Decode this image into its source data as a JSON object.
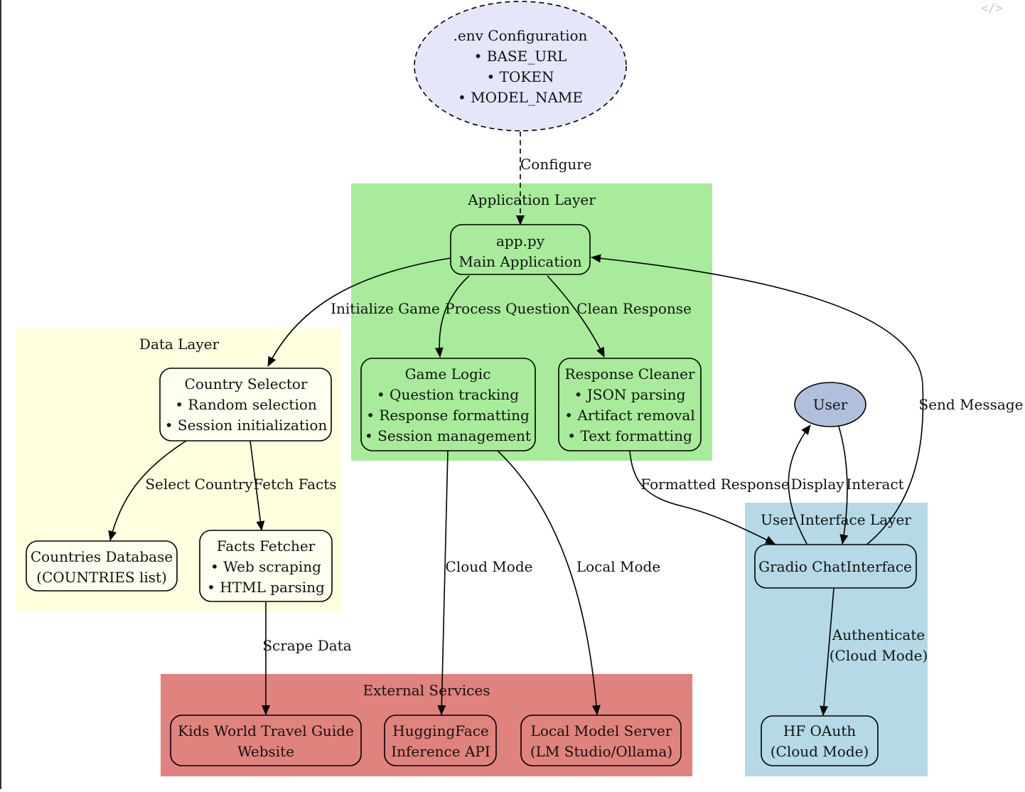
{
  "colors": {
    "application_layer": "#a8eb9a",
    "data_layer": "#ffffe0",
    "external_services": "#e0827e",
    "user_interface_layer": "#b5d9e6",
    "env_node": "#e6e6fa",
    "user_node": "#b0c0dc",
    "data_node": "#fffff0",
    "app_node": "#a8eb9a",
    "ext_node": "#e0827e",
    "ui_node": "#b5d9e6"
  },
  "corner_icon": "</>",
  "clusters": {
    "application_layer": "Application Layer",
    "data_layer": "Data Layer",
    "external_services": "External Services",
    "user_interface_layer": "User Interface Layer"
  },
  "nodes": {
    "env_config": [
      ".env Configuration",
      "• BASE_URL",
      "• TOKEN",
      "• MODEL_NAME"
    ],
    "app_py": [
      "app.py",
      "Main Application"
    ],
    "game_logic": [
      "Game Logic",
      "• Question tracking",
      "• Response formatting",
      "• Session management"
    ],
    "response_cleaner": [
      "Response Cleaner",
      "• JSON parsing",
      "• Artifact removal",
      "• Text formatting"
    ],
    "country_selector": [
      "Country Selector",
      "• Random selection",
      "• Session initialization"
    ],
    "countries_db": [
      "Countries Database",
      "(COUNTRIES list)"
    ],
    "facts_fetcher": [
      "Facts Fetcher",
      "• Web scraping",
      "• HTML parsing"
    ],
    "kids_world": [
      "Kids World Travel Guide",
      "Website"
    ],
    "huggingface": [
      "HuggingFace",
      "Inference API"
    ],
    "local_model": [
      "Local Model Server",
      "(LM Studio/Ollama)"
    ],
    "user": [
      "User"
    ],
    "gradio": [
      "Gradio ChatInterface"
    ],
    "hf_oauth": [
      "HF OAuth",
      "(Cloud Mode)"
    ]
  },
  "edges": {
    "configure": [
      "Configure"
    ],
    "initialize_game": [
      "Initialize Game"
    ],
    "process_question": [
      "Process Question"
    ],
    "clean_response": [
      "Clean Response"
    ],
    "send_message": [
      "Send Message"
    ],
    "select_country": [
      "Select Country"
    ],
    "fetch_facts": [
      "Fetch Facts"
    ],
    "scrape_data": [
      "Scrape Data"
    ],
    "cloud_mode": [
      "Cloud Mode"
    ],
    "local_mode": [
      "Local Mode"
    ],
    "formatted_response": [
      "Formatted Response"
    ],
    "display": [
      "Display"
    ],
    "interact": [
      "Interact"
    ],
    "authenticate": [
      "Authenticate",
      "(Cloud Mode)"
    ]
  }
}
